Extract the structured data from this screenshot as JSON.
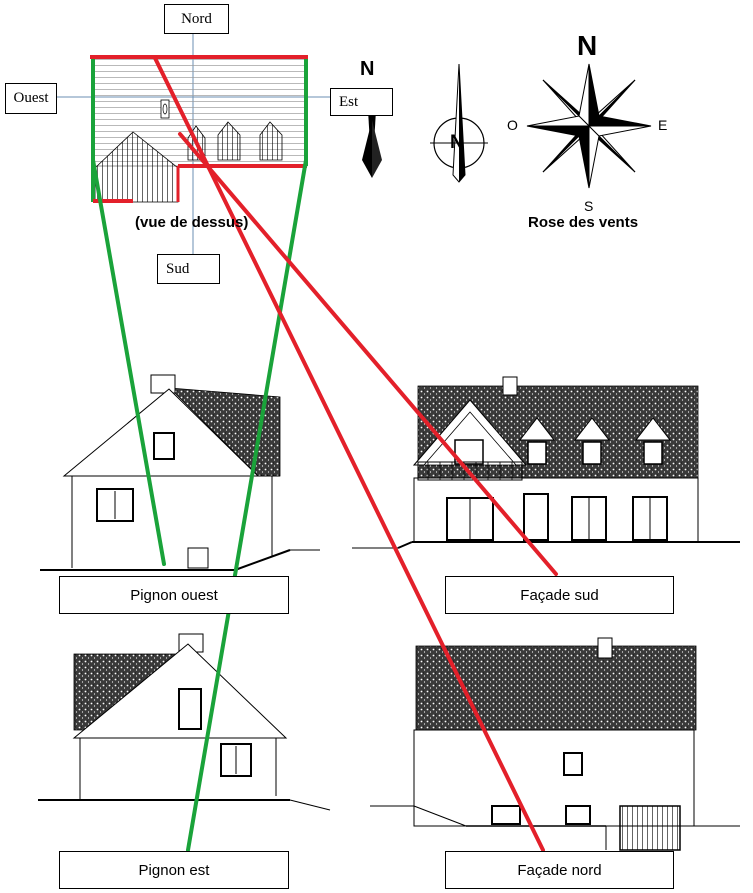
{
  "top_view": {
    "north_label": "Nord",
    "west_label": "Ouest",
    "east_label": "Est",
    "south_label": "Sud",
    "caption": "(vue de dessus)"
  },
  "north_arrows": {
    "letter": "N"
  },
  "compass_rose": {
    "north": "N",
    "west": "O",
    "east": "E",
    "south": "S",
    "caption": "Rose des vents"
  },
  "elevations": {
    "west_gable": "Pignon ouest",
    "south_facade": "Façade sud",
    "east_gable": "Pignon est",
    "north_facade": "Façade nord"
  },
  "colors": {
    "gable_lines": "#1aa33a",
    "facade_lines": "#e3202a",
    "ink": "#000000",
    "roof_shading": "#2a2a2a",
    "axis": "#6b8fb3"
  }
}
